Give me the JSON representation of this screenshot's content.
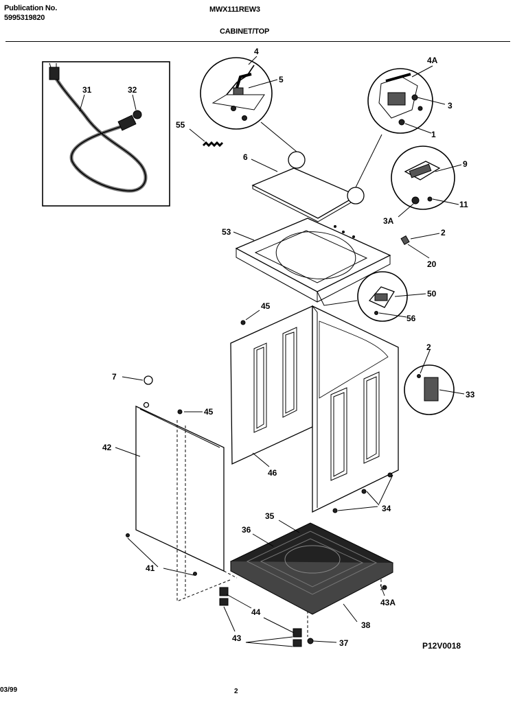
{
  "header": {
    "publication_label": "Publication No.",
    "publication_number": "5995319820",
    "model": "MWX111REW3",
    "section": "CABINET/TOP"
  },
  "footer": {
    "date": "03/99",
    "page": "2",
    "diagram_code": "P12V0018"
  },
  "callouts": {
    "c31": "31",
    "c32": "32",
    "c4": "4",
    "c5": "5",
    "c4a": "4A",
    "c3": "3",
    "c1": "1",
    "c55": "55",
    "c6": "6",
    "c9": "9",
    "c3a": "3A",
    "c11": "11",
    "c53": "53",
    "c2a": "2",
    "c20": "20",
    "c50": "50",
    "c56": "56",
    "c45a": "45",
    "c7": "7",
    "c45b": "45",
    "c2b": "2",
    "c33": "33",
    "c42": "42",
    "c46": "46",
    "c34": "34",
    "c35": "35",
    "c36": "36",
    "c41": "41",
    "c44": "44",
    "c43a": "43A",
    "c38": "38",
    "c43": "43",
    "c37": "37"
  }
}
